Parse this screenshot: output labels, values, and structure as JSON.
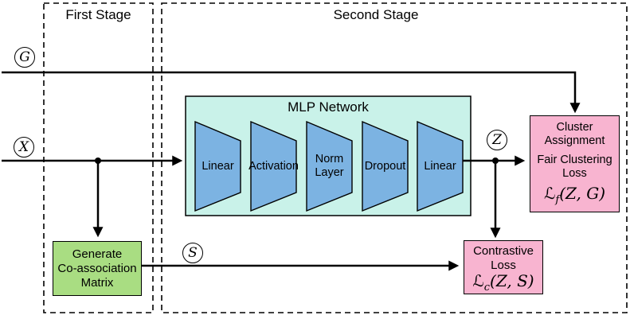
{
  "colors": {
    "background": "#ffffff",
    "line": "#000000",
    "border": "#000000",
    "mlp_fill": "#c9f2e9",
    "layer_fill": "#7cb3e2",
    "loss_fill": "#f8b4d0",
    "green_fill": "#a9dd82"
  },
  "stages": {
    "first": "First Stage",
    "second": "Second Stage"
  },
  "symbols": {
    "g": "G",
    "x": "X",
    "z": "Z",
    "s": "S"
  },
  "mlp": {
    "title": "MLP Network",
    "layers": [
      "Linear",
      "Activation",
      "Norm\nLayer",
      "Dropout",
      "Linear"
    ]
  },
  "fair_box": {
    "title": "Cluster Assignment",
    "subtitle": "Fair Clustering Loss",
    "formula": {
      "op": "ℒ",
      "sub": "f",
      "args": "(Z, G)"
    }
  },
  "contrastive_box": {
    "title": "Contrastive Loss",
    "formula": {
      "op": "ℒ",
      "sub": "c",
      "args": "(Z, S)"
    }
  },
  "green_box": {
    "label": "Generate\nCo-association\nMatrix"
  }
}
